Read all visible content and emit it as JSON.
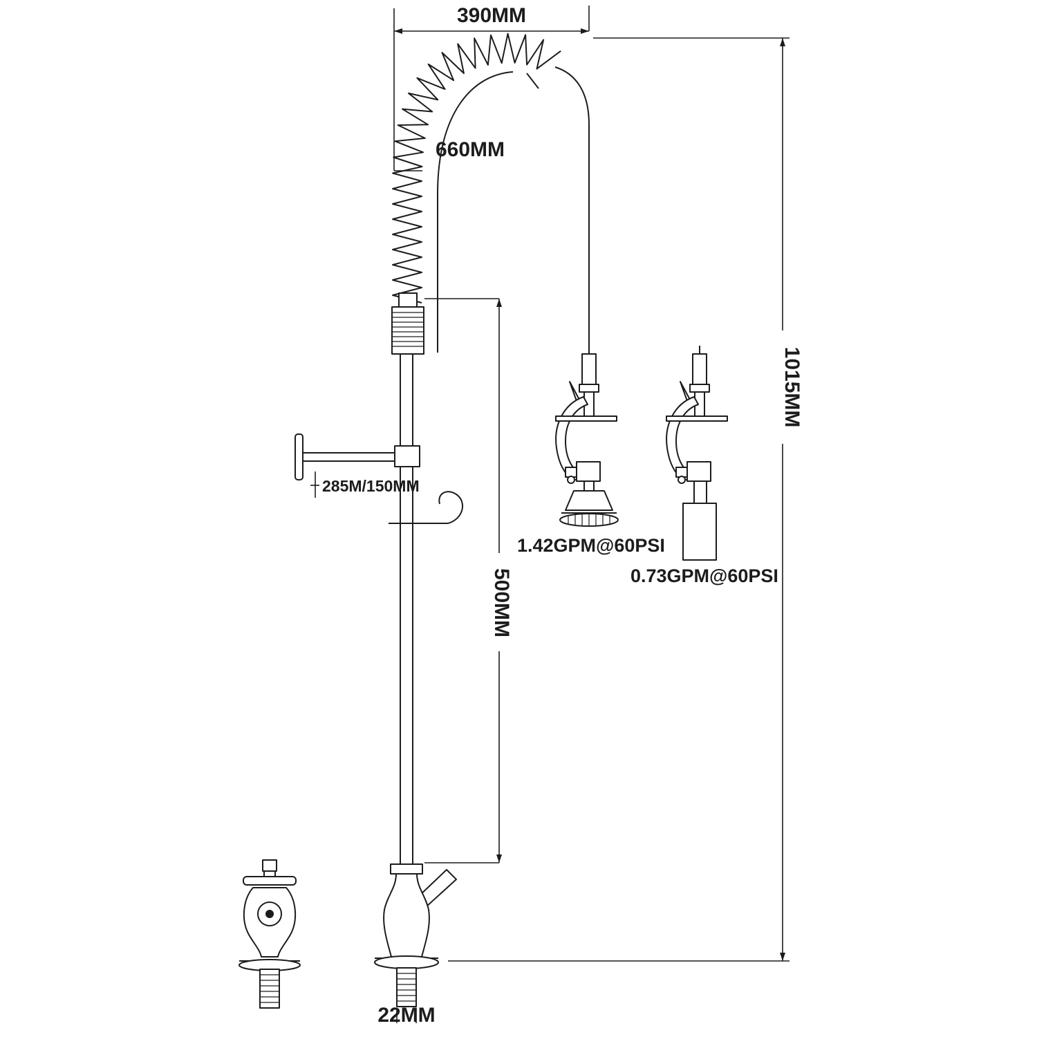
{
  "dimensions": {
    "hose_arc_width": "390MM",
    "spring_hose_length": "660MM",
    "overall_height": "1015MM",
    "wall_bracket_offset": "285M/150MM",
    "riser_height": "500MM",
    "inlet_diameter": "22MM"
  },
  "flow_ratings": {
    "spray_valve": "1.42GPM@60PSI",
    "low_flow_nozzle": "0.73GPM@60PSI"
  },
  "colors": {
    "line": "#1c1c1c",
    "background": "#ffffff"
  }
}
